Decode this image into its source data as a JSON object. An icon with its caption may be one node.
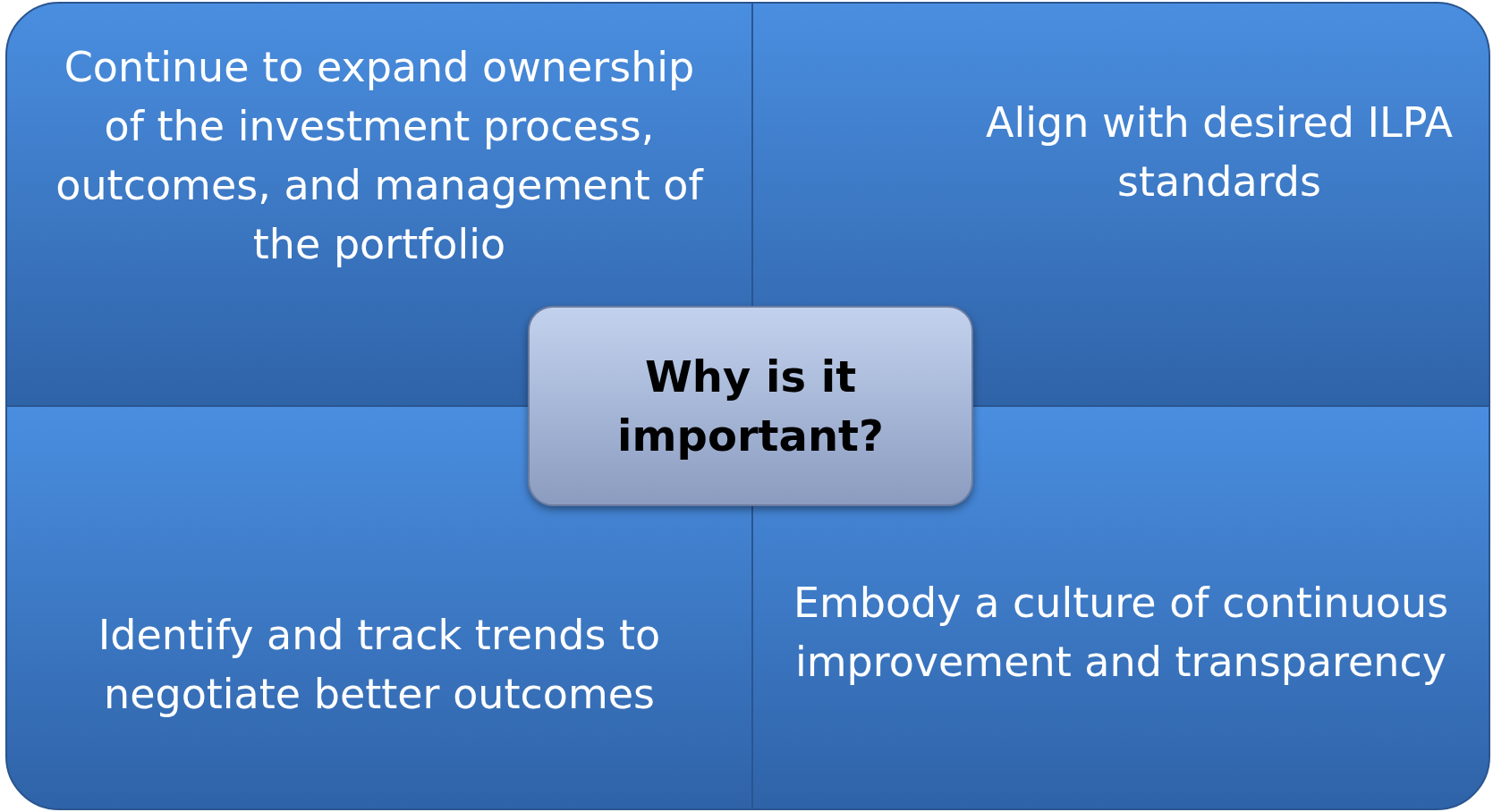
{
  "diagram": {
    "nodes": [
      {
        "text": [
          "Continue to expand ownership of the investment process, outcomes, and management of the portfolio"
        ]
      },
      {
        "text": [
          "Align with desired ILPA standards"
        ]
      },
      {
        "text": [
          "Why is it important?"
        ]
      },
      {
        "text": [
          "Identify and track trends to negotiate better outcomes"
        ]
      },
      {
        "text": [
          "Embody a culture of continuous improvement and transparency"
        ]
      }
    ]
  }
}
